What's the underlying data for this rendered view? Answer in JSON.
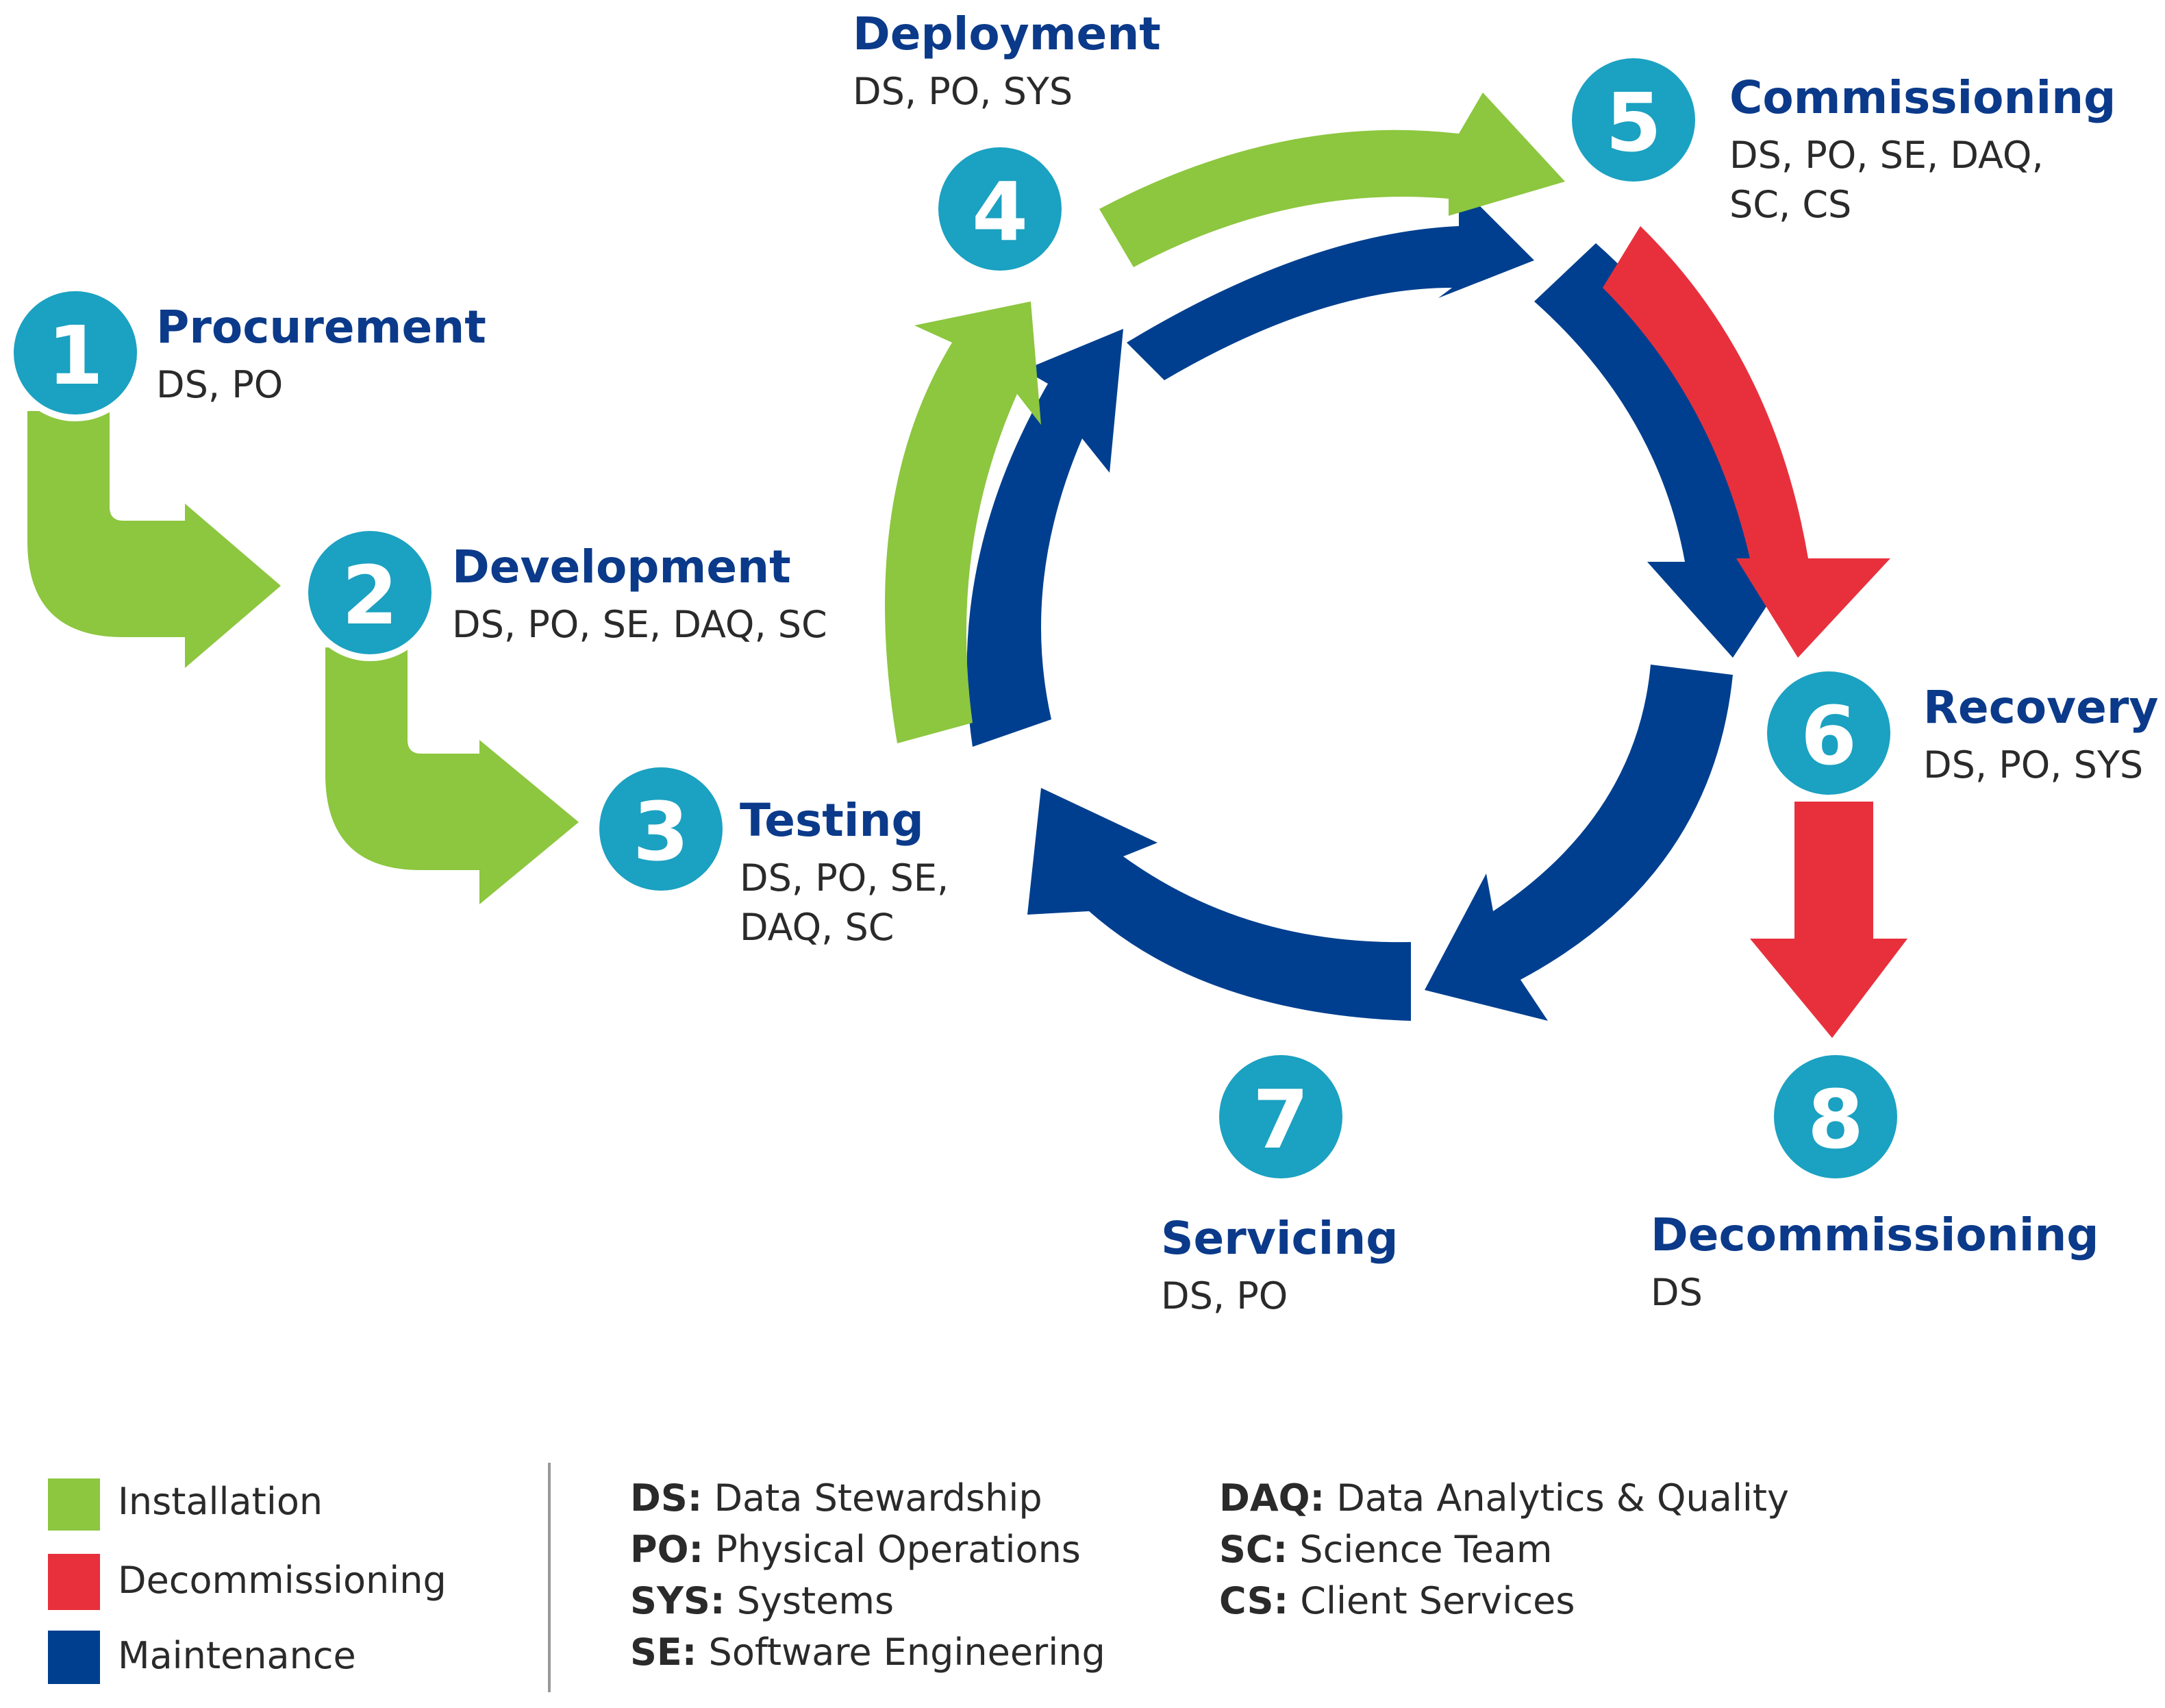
{
  "colors": {
    "installation": "#8dc63f",
    "decommissioning": "#e8303d",
    "maintenance": "#003f8f",
    "circle": "#1ba1c1",
    "title": "#0b3a8a"
  },
  "stages": [
    {
      "num": "1",
      "title": "Procurement",
      "roles": [
        "DS, PO"
      ]
    },
    {
      "num": "2",
      "title": "Development",
      "roles": [
        "DS, PO, SE, DAQ, SC"
      ]
    },
    {
      "num": "3",
      "title": "Testing",
      "roles": [
        "DS, PO, SE,",
        "DAQ, SC"
      ]
    },
    {
      "num": "4",
      "title": "Deployment",
      "roles": [
        "DS, PO, SYS"
      ]
    },
    {
      "num": "5",
      "title": "Commissioning",
      "roles": [
        "DS, PO, SE, DAQ,",
        "SC, CS"
      ]
    },
    {
      "num": "6",
      "title": "Recovery",
      "roles": [
        "DS, PO, SYS"
      ]
    },
    {
      "num": "7",
      "title": "Servicing",
      "roles": [
        "DS, PO"
      ]
    },
    {
      "num": "8",
      "title": "Decommissioning",
      "roles": [
        "DS"
      ]
    }
  ],
  "legend": {
    "categories": [
      "Installation",
      "Decommissioning",
      "Maintenance"
    ],
    "abbreviations": [
      {
        "key": "DS:",
        "value": "Data Stewardship"
      },
      {
        "key": "PO:",
        "value": "Physical Operations"
      },
      {
        "key": "SYS:",
        "value": "Systems"
      },
      {
        "key": "SE:",
        "value": "Software Engineering"
      },
      {
        "key": "DAQ:",
        "value": "Data Analytics & Quality"
      },
      {
        "key": "SC:",
        "value": "Science Team"
      },
      {
        "key": "CS:",
        "value": "Client Services"
      }
    ]
  }
}
